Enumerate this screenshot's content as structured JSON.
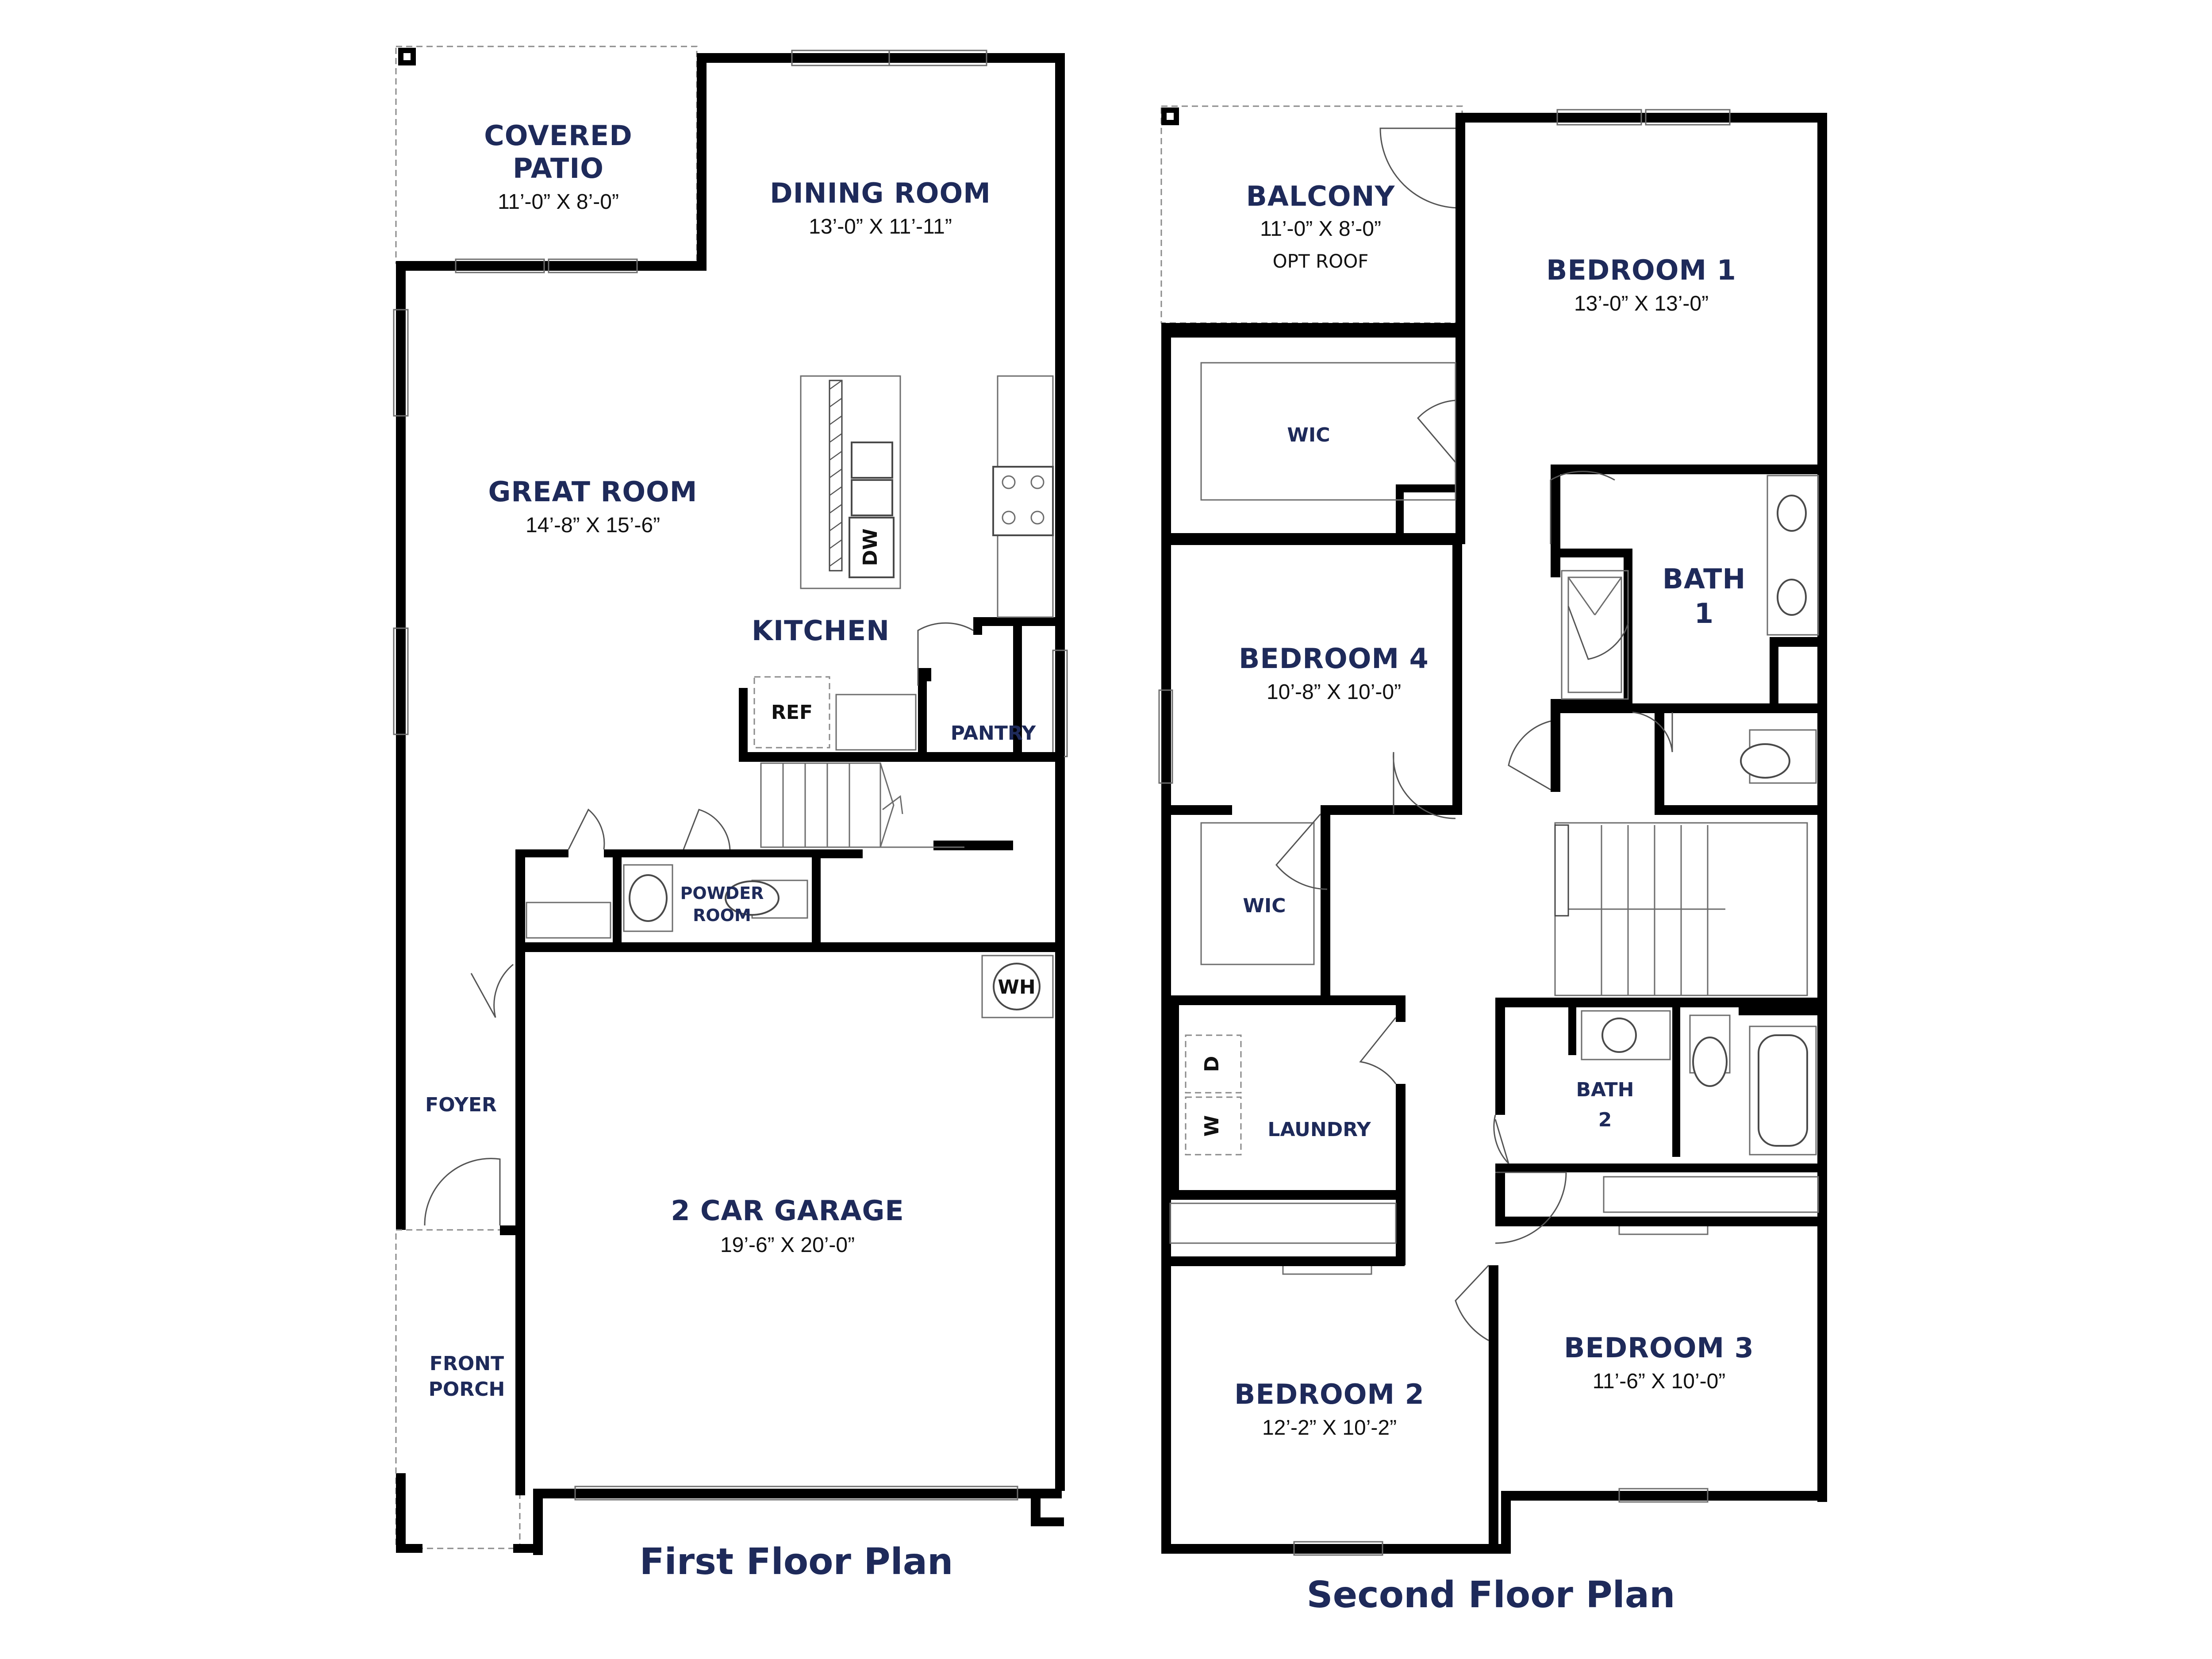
{
  "first_floor": {
    "title": "First Floor Plan",
    "rooms": {
      "covered_patio": {
        "name_line1": "COVERED",
        "name_line2": "PATIO",
        "dims": "11’-0” X 8’-0”"
      },
      "dining_room": {
        "name": "DINING ROOM",
        "dims": "13’-0” X 11’-11”"
      },
      "great_room": {
        "name": "GREAT ROOM",
        "dims": "14’-8” X 15’-6”"
      },
      "kitchen": {
        "name": "KITCHEN"
      },
      "pantry": {
        "name": "PANTRY"
      },
      "powder_room": {
        "name_line1": "POWDER",
        "name_line2": "ROOM"
      },
      "foyer": {
        "name": "FOYER"
      },
      "front_porch": {
        "name_line1": "FRONT",
        "name_line2": "PORCH"
      },
      "garage": {
        "name": "2 CAR GARAGE",
        "dims": "19’-6” X 20’-0”"
      }
    },
    "fixtures": {
      "dishwasher": "DW",
      "refrigerator": "REF",
      "water_heater": "WH"
    }
  },
  "second_floor": {
    "title": "Second Floor Plan",
    "rooms": {
      "balcony": {
        "name": "BALCONY",
        "dims": "11’-0” X 8’-0”",
        "note": "OPT ROOF"
      },
      "bedroom_1": {
        "name": "BEDROOM 1",
        "dims": "13’-0” X 13’-0”"
      },
      "wic_1": {
        "name": "WIC"
      },
      "bath_1": {
        "name_line1": "BATH",
        "name_line2": "1"
      },
      "bedroom_4": {
        "name": "BEDROOM 4",
        "dims": "10’-8” X 10’-0”"
      },
      "wic_2": {
        "name": "WIC"
      },
      "laundry": {
        "name": "LAUNDRY"
      },
      "bath_2": {
        "name_line1": "BATH",
        "name_line2": "2"
      },
      "bedroom_2": {
        "name": "BEDROOM 2",
        "dims": "12’-2” X 10’-2”"
      },
      "bedroom_3": {
        "name": "BEDROOM 3",
        "dims": "11’-6” X 10’-0”"
      }
    },
    "fixtures": {
      "dryer": "D",
      "washer": "W"
    }
  }
}
